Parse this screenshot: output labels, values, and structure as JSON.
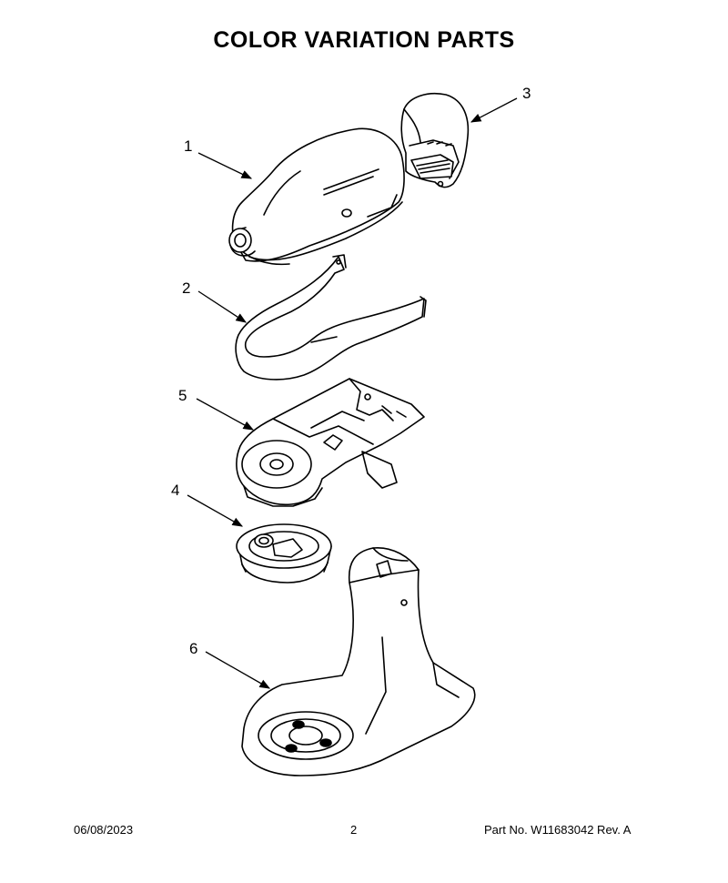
{
  "title": "COLOR VARIATION PARTS",
  "callouts": [
    {
      "id": "1",
      "label": "1"
    },
    {
      "id": "2",
      "label": "2"
    },
    {
      "id": "3",
      "label": "3"
    },
    {
      "id": "4",
      "label": "4"
    },
    {
      "id": "5",
      "label": "5"
    },
    {
      "id": "6",
      "label": "6"
    }
  ],
  "footer": {
    "date": "06/08/2023",
    "page": "2",
    "part_no": "Part No.  W11683042  Rev.  A"
  }
}
